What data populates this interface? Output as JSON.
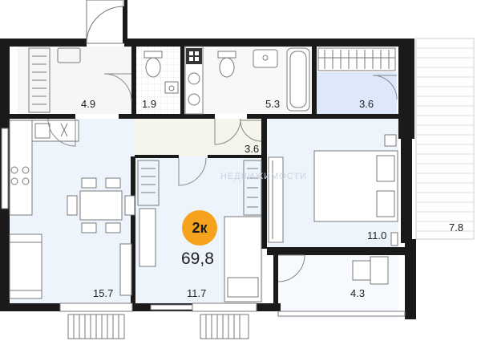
{
  "plan": {
    "rooms": [
      {
        "id": "hall",
        "area": "4.9"
      },
      {
        "id": "wc",
        "area": "1.9"
      },
      {
        "id": "bath",
        "area": "5.3"
      },
      {
        "id": "storage",
        "area": "3.6"
      },
      {
        "id": "corridor",
        "area": "3.6"
      },
      {
        "id": "kitchen-living",
        "area": "15.7"
      },
      {
        "id": "bedroom-small",
        "area": "11.7"
      },
      {
        "id": "bedroom",
        "area": "11.0"
      },
      {
        "id": "balcony-small",
        "area": "4.3"
      },
      {
        "id": "terrace",
        "area": "7.8"
      }
    ],
    "badge": "2к",
    "total_area": "69,8",
    "watermark": "НЕДВИЖИМОСТИ"
  },
  "colors": {
    "wall": "#1a1a1a",
    "floor_blue": "#eef4fb",
    "corridor": "#f5f5ec",
    "storage": "#dde8fb",
    "badge": "#f6a21c",
    "tile": "#e7ecf4"
  }
}
